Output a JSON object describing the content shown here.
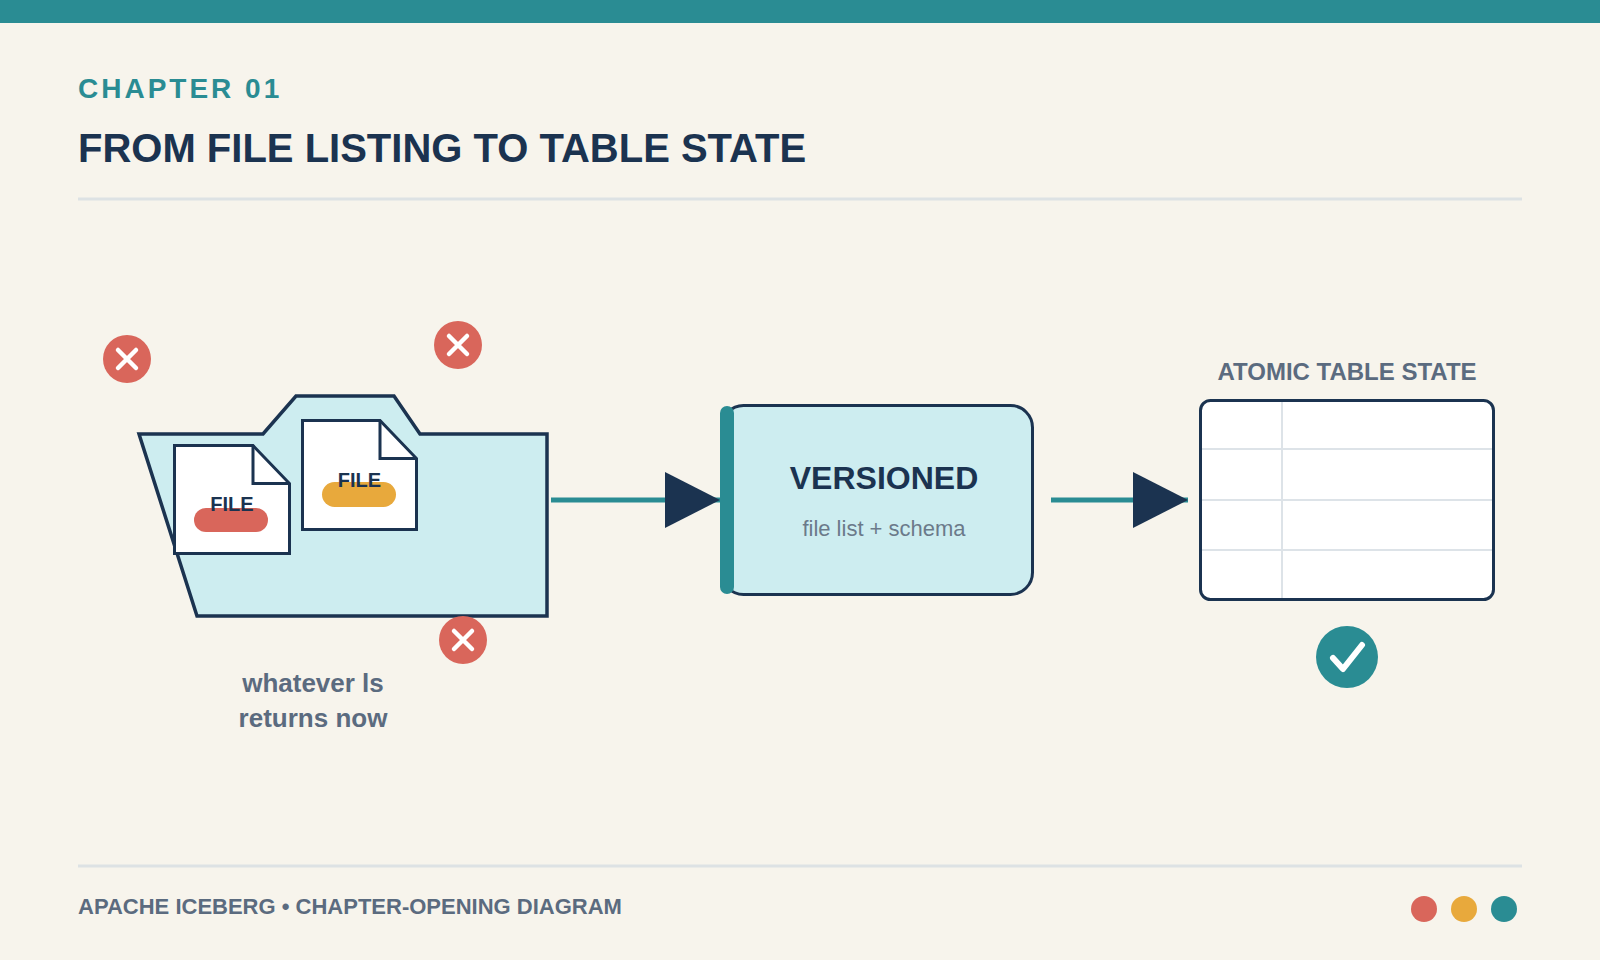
{
  "diagram": {
    "title": "FROM FILE LISTING TO TABLE STATE",
    "nodes": [
      {
        "text": [
          "whatever ls returns now"
        ]
      },
      {
        "text": [
          "FILE"
        ],
        "in": 0
      },
      {
        "text": [
          "FILE"
        ],
        "in": 0
      },
      {
        "text": [
          "VERSIONED",
          "file list + schema"
        ]
      },
      {
        "text": [
          "ATOMIC TABLE STATE"
        ]
      }
    ],
    "edges": [
      {
        "from": 0,
        "to": 3,
        "arrow": "to"
      },
      {
        "from": 3,
        "to": 4,
        "arrow": "to"
      }
    ],
    "labels": [
      "CHAPTER 01",
      "APACHE ICEBERG • CHAPTER-OPENING DIAGRAM"
    ]
  }
}
